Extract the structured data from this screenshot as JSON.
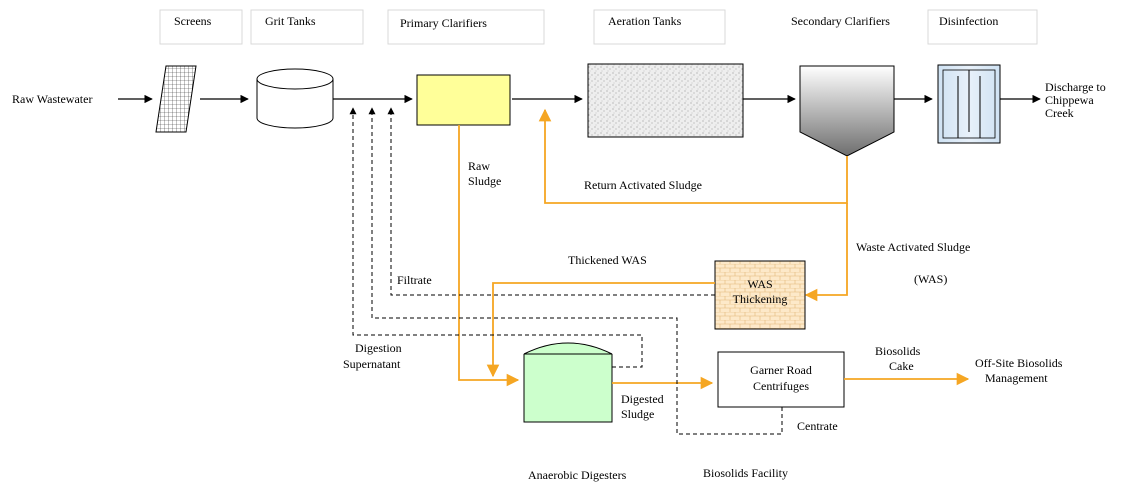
{
  "stage_headers": {
    "screens": "Screens",
    "grit_tanks": "Grit Tanks",
    "primary_clarifiers": "Primary Clarifiers",
    "aeration_tanks": "Aeration Tanks",
    "secondary_clarifiers": "Secondary Clarifiers",
    "disinfection": "Disinfection"
  },
  "flow_labels": {
    "raw_wastewater": "Raw Wastewater",
    "discharge_line1": "Discharge   to",
    "discharge_line2": "Chippewa",
    "discharge_line3": "Creek",
    "raw_sludge_line1": "Raw",
    "raw_sludge_line2": "Sludge",
    "return_activated_sludge": "Return Activated Sludge",
    "waste_activated_sludge": "Waste Activated Sludge",
    "was_abbrev": "(WAS)",
    "thickened_was": "Thickened WAS",
    "filtrate": "Filtrate",
    "digestion_supernatant_line1": "Digestion",
    "digestion_supernatant_line2": "Supernatant",
    "digested_sludge_line1": "Digested",
    "digested_sludge_line2": "Sludge",
    "biosolids_cake_line1": "Biosolids",
    "biosolids_cake_line2": "Cake",
    "offsite_line1": "Off-Site Biosolids",
    "offsite_line2": "Management",
    "centrate": "Centrate"
  },
  "units": {
    "was_thickening_line1": "WAS",
    "was_thickening_line2": "Thickening",
    "garner_line1": "Garner Road",
    "garner_line2": "Centrifuges"
  },
  "area_labels": {
    "anaerobic_digesters": "Anaerobic Digesters",
    "biosolids_facility": "Biosolids Facility"
  },
  "colors": {
    "sludge_lines": "#f5a623",
    "primary_clarifier_fill": "#ffff99",
    "digester_fill": "#ccffcc",
    "was_thickening_fill": "#fde9c9"
  }
}
